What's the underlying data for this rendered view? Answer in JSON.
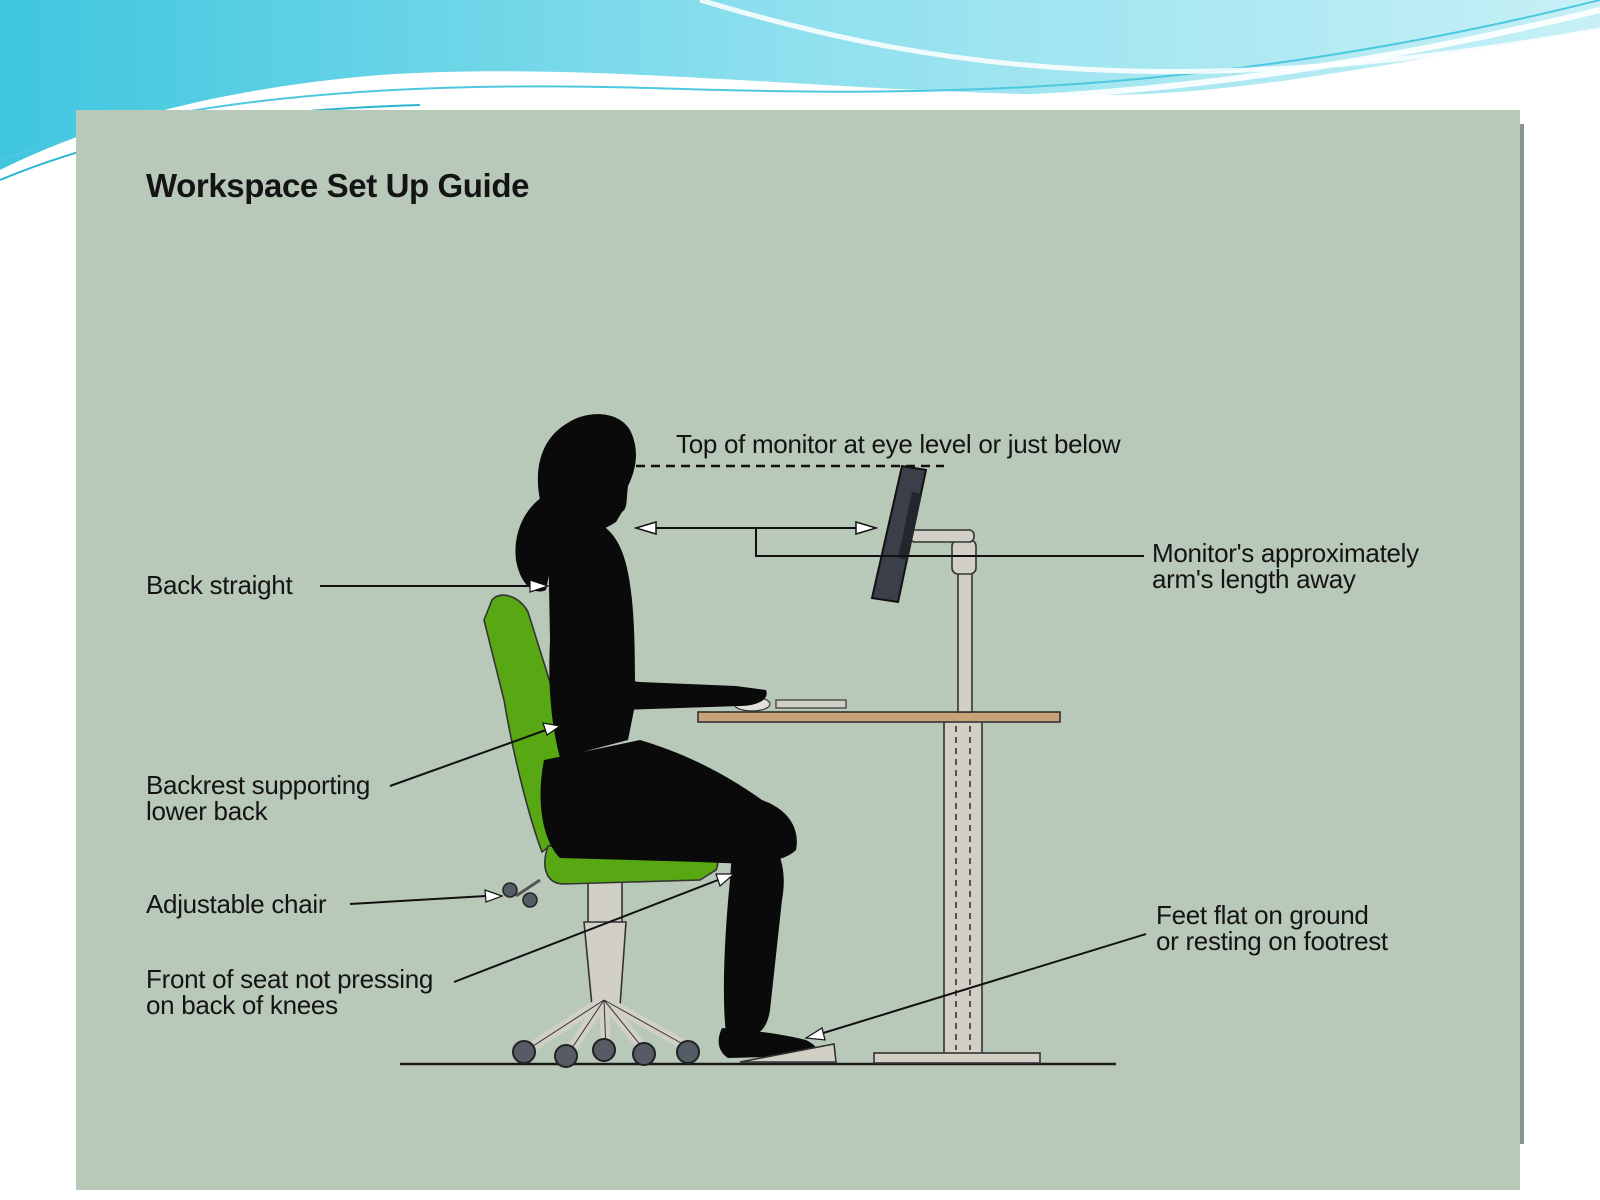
{
  "title": "Workspace Set Up Guide",
  "labels": {
    "monitor_top": "Top of monitor at eye level or just below",
    "back_straight": "Back straight",
    "monitor_distance_line1": "Monitor's approximately",
    "monitor_distance_line2": "arm's length away",
    "backrest_line1": "Backrest supporting",
    "backrest_line2": "lower back",
    "adjustable_chair": "Adjustable chair",
    "front_seat_line1": "Front of seat not pressing",
    "front_seat_line2": "on back of knees",
    "feet_line1": "Feet flat on ground",
    "feet_line2": "or resting on footrest"
  },
  "colors": {
    "panel": "#b9c9b9",
    "chair_seat": "#58a814",
    "silhouette": "#0a0a0a",
    "desk_top": "#c9a27a",
    "furniture": "#d2d0c6",
    "wave": "#6cd6e8"
  }
}
